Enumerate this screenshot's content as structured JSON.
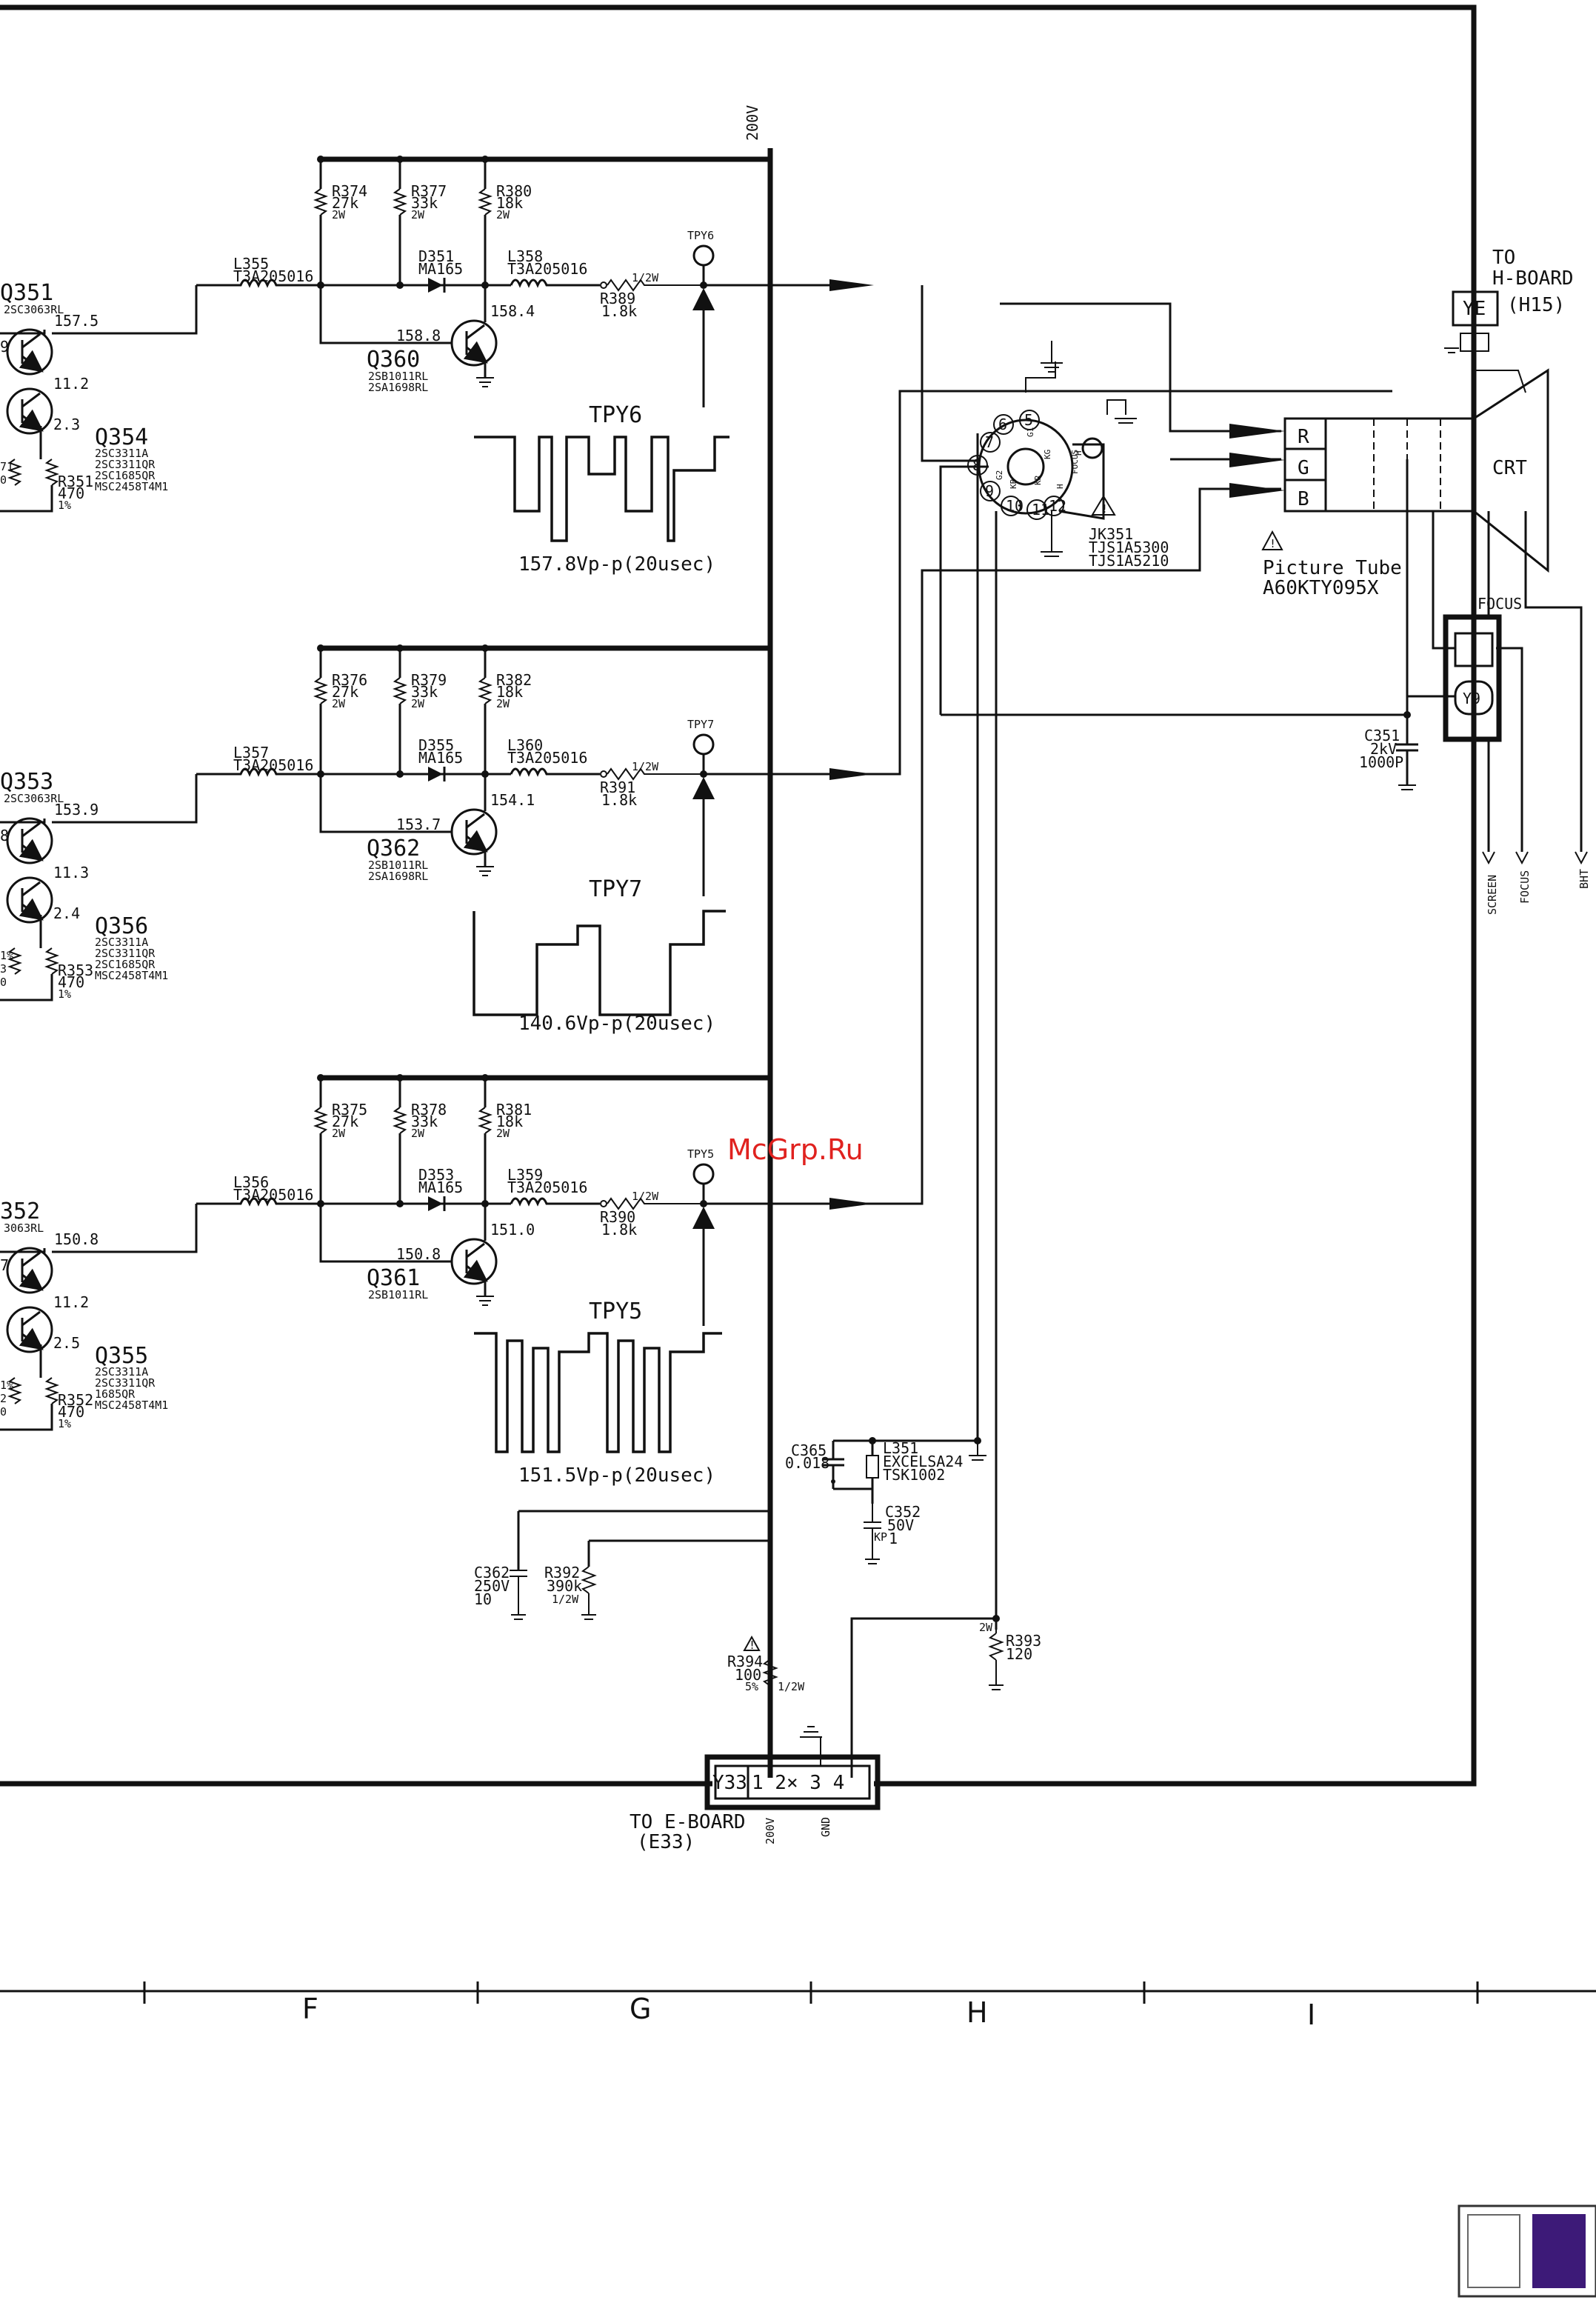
{
  "watermark": "McGrp.Ru",
  "supply": {
    "label": "200V"
  },
  "columns": [
    "F",
    "G",
    "H",
    "I"
  ],
  "channels": [
    {
      "input_transistor": {
        "ref": "Q351",
        "part": "2SC3063RL",
        "v_collector": "157.5",
        "v_emitter": "11.2",
        "v_base": "9"
      },
      "lower_transistor": {
        "ref": "Q354",
        "parts": [
          "2SC3311A",
          "2SC3311QR",
          "2SC1685QR",
          "MSC2458T4M1"
        ],
        "v_emitter": "2.3"
      },
      "emitter_resistor": {
        "ref": "R351",
        "value": "470",
        "tol": "1%"
      },
      "partial_left": "71\n0",
      "inductor_in": {
        "ref": "L355",
        "part": "T3A205016"
      },
      "r_a": {
        "ref": "R374",
        "value": "27k",
        "power": "2W"
      },
      "r_b": {
        "ref": "R377",
        "value": "33k",
        "power": "2W"
      },
      "r_c": {
        "ref": "R380",
        "value": "18k",
        "power": "2W"
      },
      "diode": {
        "ref": "D351",
        "part": "MA165"
      },
      "inductor_out": {
        "ref": "L358",
        "part": "T3A205016"
      },
      "series_resistor": {
        "ref": "R389",
        "value": "1.8k",
        "power": "1/2W"
      },
      "test_point": "TPY6",
      "output_transistor": {
        "ref": "Q360",
        "parts": [
          "2SB1011RL",
          "2SA1698RL"
        ],
        "v_base": "158.8",
        "v_emitter": "158.4"
      },
      "waveform": {
        "label": "TPY6",
        "caption": "157.8Vp-p(20usec)"
      }
    },
    {
      "input_transistor": {
        "ref": "Q353",
        "part": "2SC3063RL",
        "v_collector": "153.9",
        "v_emitter": "11.3",
        "v_base": "8"
      },
      "lower_transistor": {
        "ref": "Q356",
        "parts": [
          "2SC3311A",
          "2SC3311QR",
          "2SC1685QR",
          "MSC2458T4M1"
        ],
        "v_emitter": "2.4"
      },
      "emitter_resistor": {
        "ref": "R353",
        "value": "470",
        "tol": "1%"
      },
      "partial_left": "1%\n3\n0",
      "inductor_in": {
        "ref": "L357",
        "part": "T3A205016"
      },
      "r_a": {
        "ref": "R376",
        "value": "27k",
        "power": "2W"
      },
      "r_b": {
        "ref": "R379",
        "value": "33k",
        "power": "2W"
      },
      "r_c": {
        "ref": "R382",
        "value": "18k",
        "power": "2W"
      },
      "diode": {
        "ref": "D355",
        "part": "MA165"
      },
      "inductor_out": {
        "ref": "L360",
        "part": "T3A205016"
      },
      "series_resistor": {
        "ref": "R391",
        "value": "1.8k",
        "power": "1/2W"
      },
      "test_point": "TPY7",
      "output_transistor": {
        "ref": "Q362",
        "parts": [
          "2SB1011RL",
          "2SA1698RL"
        ],
        "v_base": "153.7",
        "v_emitter": "154.1"
      },
      "waveform": {
        "label": "TPY7",
        "caption": "140.6Vp-p(20usec)"
      }
    },
    {
      "input_transistor": {
        "ref": "352",
        "part": "3063RL",
        "v_collector": "150.8",
        "v_emitter": "11.2",
        "v_base": "7"
      },
      "lower_transistor": {
        "ref": "Q355",
        "parts": [
          "2SC3311A",
          "2SC3311QR",
          "1685QR",
          "MSC2458T4M1"
        ],
        "v_emitter": "2.5"
      },
      "emitter_resistor": {
        "ref": "R352",
        "value": "470",
        "tol": "1%"
      },
      "partial_left": "1%\n2\n0",
      "inductor_in": {
        "ref": "L356",
        "part": "T3A205016"
      },
      "r_a": {
        "ref": "R375",
        "value": "27k",
        "power": "2W"
      },
      "r_b": {
        "ref": "R378",
        "value": "33k",
        "power": "2W"
      },
      "r_c": {
        "ref": "R381",
        "value": "18k",
        "power": "2W"
      },
      "diode": {
        "ref": "D353",
        "part": "MA165"
      },
      "inductor_out": {
        "ref": "L359",
        "part": "T3A205016"
      },
      "series_resistor": {
        "ref": "R390",
        "value": "1.8k",
        "power": "1/2W"
      },
      "test_point": "TPY5",
      "output_transistor": {
        "ref": "Q361",
        "parts": [
          "2SB1011RL"
        ],
        "v_base": "150.8",
        "v_emitter": "151.0"
      },
      "waveform": {
        "label": "TPY5",
        "caption": "151.5Vp-p(20usec)"
      }
    }
  ],
  "socket": {
    "ref": "JK351",
    "parts": [
      "TJS1A5300",
      "TJS1A5210"
    ],
    "pins": [
      "5",
      "6",
      "7",
      "8",
      "9",
      "10",
      "11",
      "12"
    ],
    "pin_labels": [
      "G1",
      "KG",
      "KR",
      "KB",
      "G2",
      "H",
      "H",
      "FOCUS"
    ]
  },
  "crt": {
    "label": "CRT",
    "guns": [
      "R",
      "G",
      "B"
    ],
    "title": "Picture Tube",
    "model": "A60KTY095X"
  },
  "h_board": {
    "line1": "TO",
    "line2": "H-BOARD",
    "line3": "(H15)",
    "connector": "YE"
  },
  "focus_block": {
    "label": "FOCUS",
    "connector": "Y9"
  },
  "c351": {
    "ref": "C351",
    "value1": "2kV",
    "value2": "1000P"
  },
  "outputs": [
    "SCREEN",
    "FOCUS",
    "BHT"
  ],
  "lower_parts": {
    "c365": {
      "ref": "C365",
      "value": "0.018"
    },
    "l351": {
      "ref": "L351",
      "part1": "EXCELSA24",
      "part2": "TSK1002"
    },
    "c352": {
      "ref": "C352",
      "value1": "50V",
      "value2": "1",
      "mark": "KP"
    },
    "c362": {
      "ref": "C362",
      "value1": "250V",
      "value2": "10"
    },
    "r392": {
      "ref": "R392",
      "value": "390k",
      "power": "1/2W"
    },
    "r394": {
      "ref": "R394",
      "value": "100",
      "tol": "5%",
      "power": "1/2W"
    },
    "r393": {
      "ref": "R393",
      "value": "120",
      "power": "2W"
    }
  },
  "e_board": {
    "connector": "Y33",
    "pins": "1  2× 3  4",
    "line1": "TO E-BOARD",
    "line2": "(E33)",
    "pin1_label": "200V",
    "pin3_label": "GND"
  },
  "colors": {
    "ink": "#111111",
    "watermark": "#e0221f",
    "swatch_purple": "#3d1a78"
  }
}
